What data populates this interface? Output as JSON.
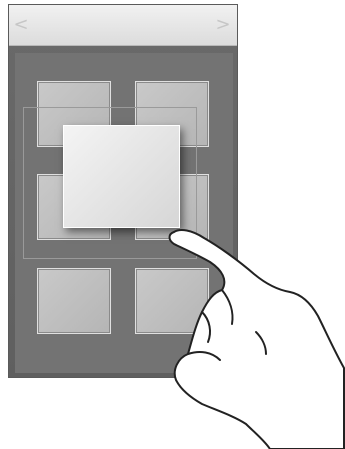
{
  "nav": {
    "prev_icon": "chevron-left-icon",
    "prev_glyph": "<",
    "next_icon": "chevron-right-icon",
    "next_glyph": ">"
  },
  "grid": {
    "tiles": [
      {
        "name": "tile-1"
      },
      {
        "name": "tile-2"
      },
      {
        "name": "tile-3"
      },
      {
        "name": "tile-4"
      },
      {
        "name": "tile-5"
      },
      {
        "name": "tile-6"
      }
    ],
    "dragged_tile": {
      "name": "dragged-tile"
    }
  },
  "illustration": {
    "gesture": "hand-drag-icon"
  },
  "colors": {
    "background": "#ffffff",
    "screen": "#6a6a6a",
    "nav_bar": "#e6e6e6",
    "tile": "#c2c2c2",
    "dragged_tile": "#e8e8e8"
  }
}
